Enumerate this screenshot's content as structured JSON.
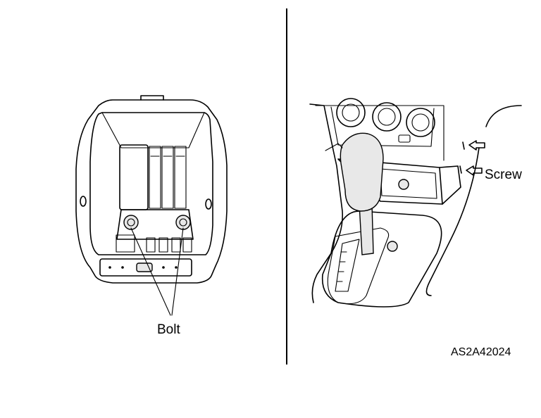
{
  "labels": {
    "bolt": "Bolt",
    "screw": "Screw",
    "figure_code": "AS2A42024"
  }
}
